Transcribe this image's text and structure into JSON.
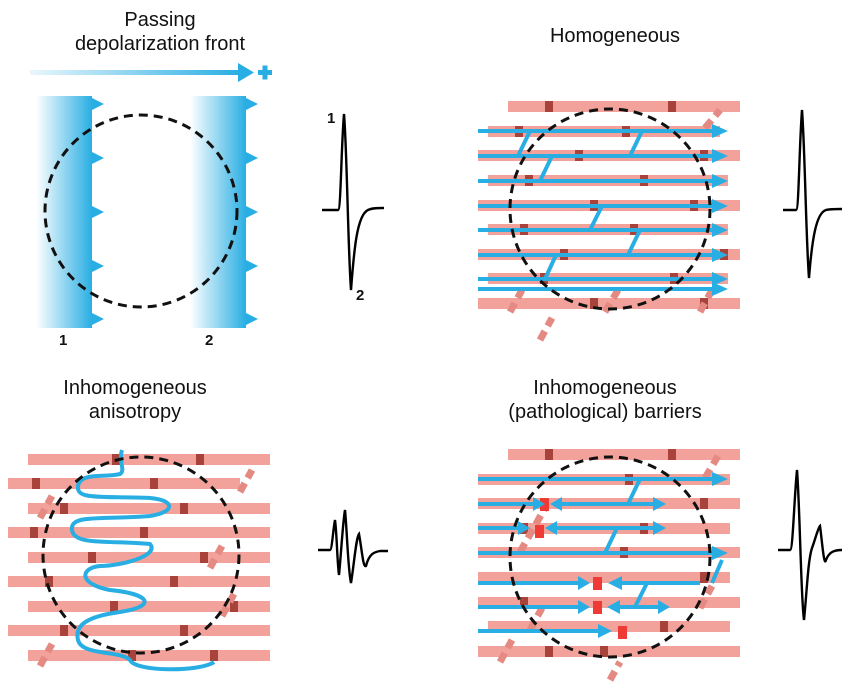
{
  "panels": {
    "top_left": {
      "line1": "Passing",
      "line2": "depolarization front",
      "front_labels": [
        "1",
        "2"
      ],
      "trace_labels": [
        "1",
        "2"
      ]
    },
    "top_right": {
      "line1": "Homogeneous"
    },
    "bottom_left": {
      "line1": "Inhomogeneous",
      "line2": "anisotropy"
    },
    "bottom_right": {
      "line1": "Inhomogeneous",
      "line2": "(pathological) barriers"
    }
  },
  "colors": {
    "wavefront": "#29aee3",
    "fiber": "#f2a29a",
    "gap_junction": "#a8433b",
    "barrier": "#ee3b36",
    "circle": "#111111",
    "trace": "#000000"
  },
  "icons": [
    "plus-icon",
    "arrow-right-icon"
  ]
}
